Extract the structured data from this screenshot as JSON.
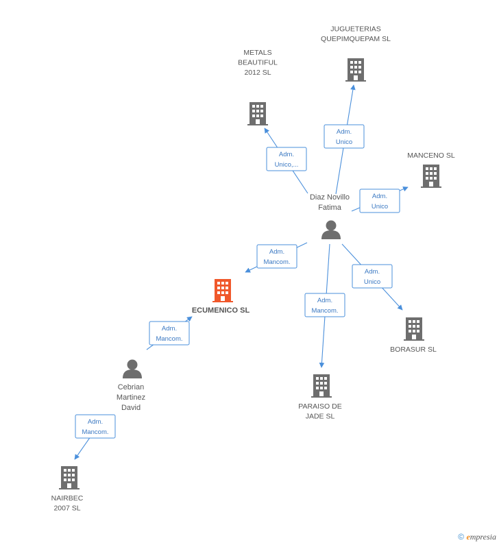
{
  "colors": {
    "edge": "#4a8fdb",
    "building": "#6e6e6e",
    "building_main": "#f0582b",
    "person": "#6e6e6e",
    "rel_text": "#3a78c2"
  },
  "companies": [
    {
      "id": "jugueterias",
      "label": [
        "JUGUETERIAS",
        "QUEPIMQUEPAM SL"
      ],
      "main": false
    },
    {
      "id": "metals",
      "label": [
        "METALS",
        "BEAUTIFUL",
        "2012 SL"
      ],
      "main": false
    },
    {
      "id": "manceno",
      "label": [
        "MANCENO SL"
      ],
      "main": false
    },
    {
      "id": "ecumenico",
      "label": [
        "ECUMENICO SL"
      ],
      "main": true
    },
    {
      "id": "borasur",
      "label": [
        "BORASUR SL"
      ],
      "main": false
    },
    {
      "id": "paraiso",
      "label": [
        "PARAISO DE",
        "JADE SL"
      ],
      "main": false
    },
    {
      "id": "nairbec",
      "label": [
        "NAIRBEC",
        "2007 SL"
      ],
      "main": false
    }
  ],
  "persons": [
    {
      "id": "diaz",
      "label": [
        "Diaz Novillo",
        "Fatima"
      ]
    },
    {
      "id": "cebrian",
      "label": [
        "Cebrian",
        "Martinez",
        "David"
      ]
    }
  ],
  "relations": [
    {
      "id": "diaz-jugueterias",
      "label": [
        "Adm.",
        "Unico"
      ]
    },
    {
      "id": "diaz-metals",
      "label": [
        "Adm.",
        "Unico,..."
      ]
    },
    {
      "id": "diaz-manceno",
      "label": [
        "Adm.",
        "Unico"
      ]
    },
    {
      "id": "diaz-ecumenico",
      "label": [
        "Adm.",
        "Mancom."
      ]
    },
    {
      "id": "diaz-borasur",
      "label": [
        "Adm.",
        "Unico"
      ]
    },
    {
      "id": "diaz-paraiso",
      "label": [
        "Adm.",
        "Mancom."
      ]
    },
    {
      "id": "cebrian-ecumenico",
      "label": [
        "Adm.",
        "Mancom."
      ]
    },
    {
      "id": "cebrian-nairbec",
      "label": [
        "Adm.",
        "Mancom."
      ]
    }
  ],
  "footer": {
    "copyright": "©",
    "brand_initial": "e",
    "brand_rest": "mpresia"
  }
}
